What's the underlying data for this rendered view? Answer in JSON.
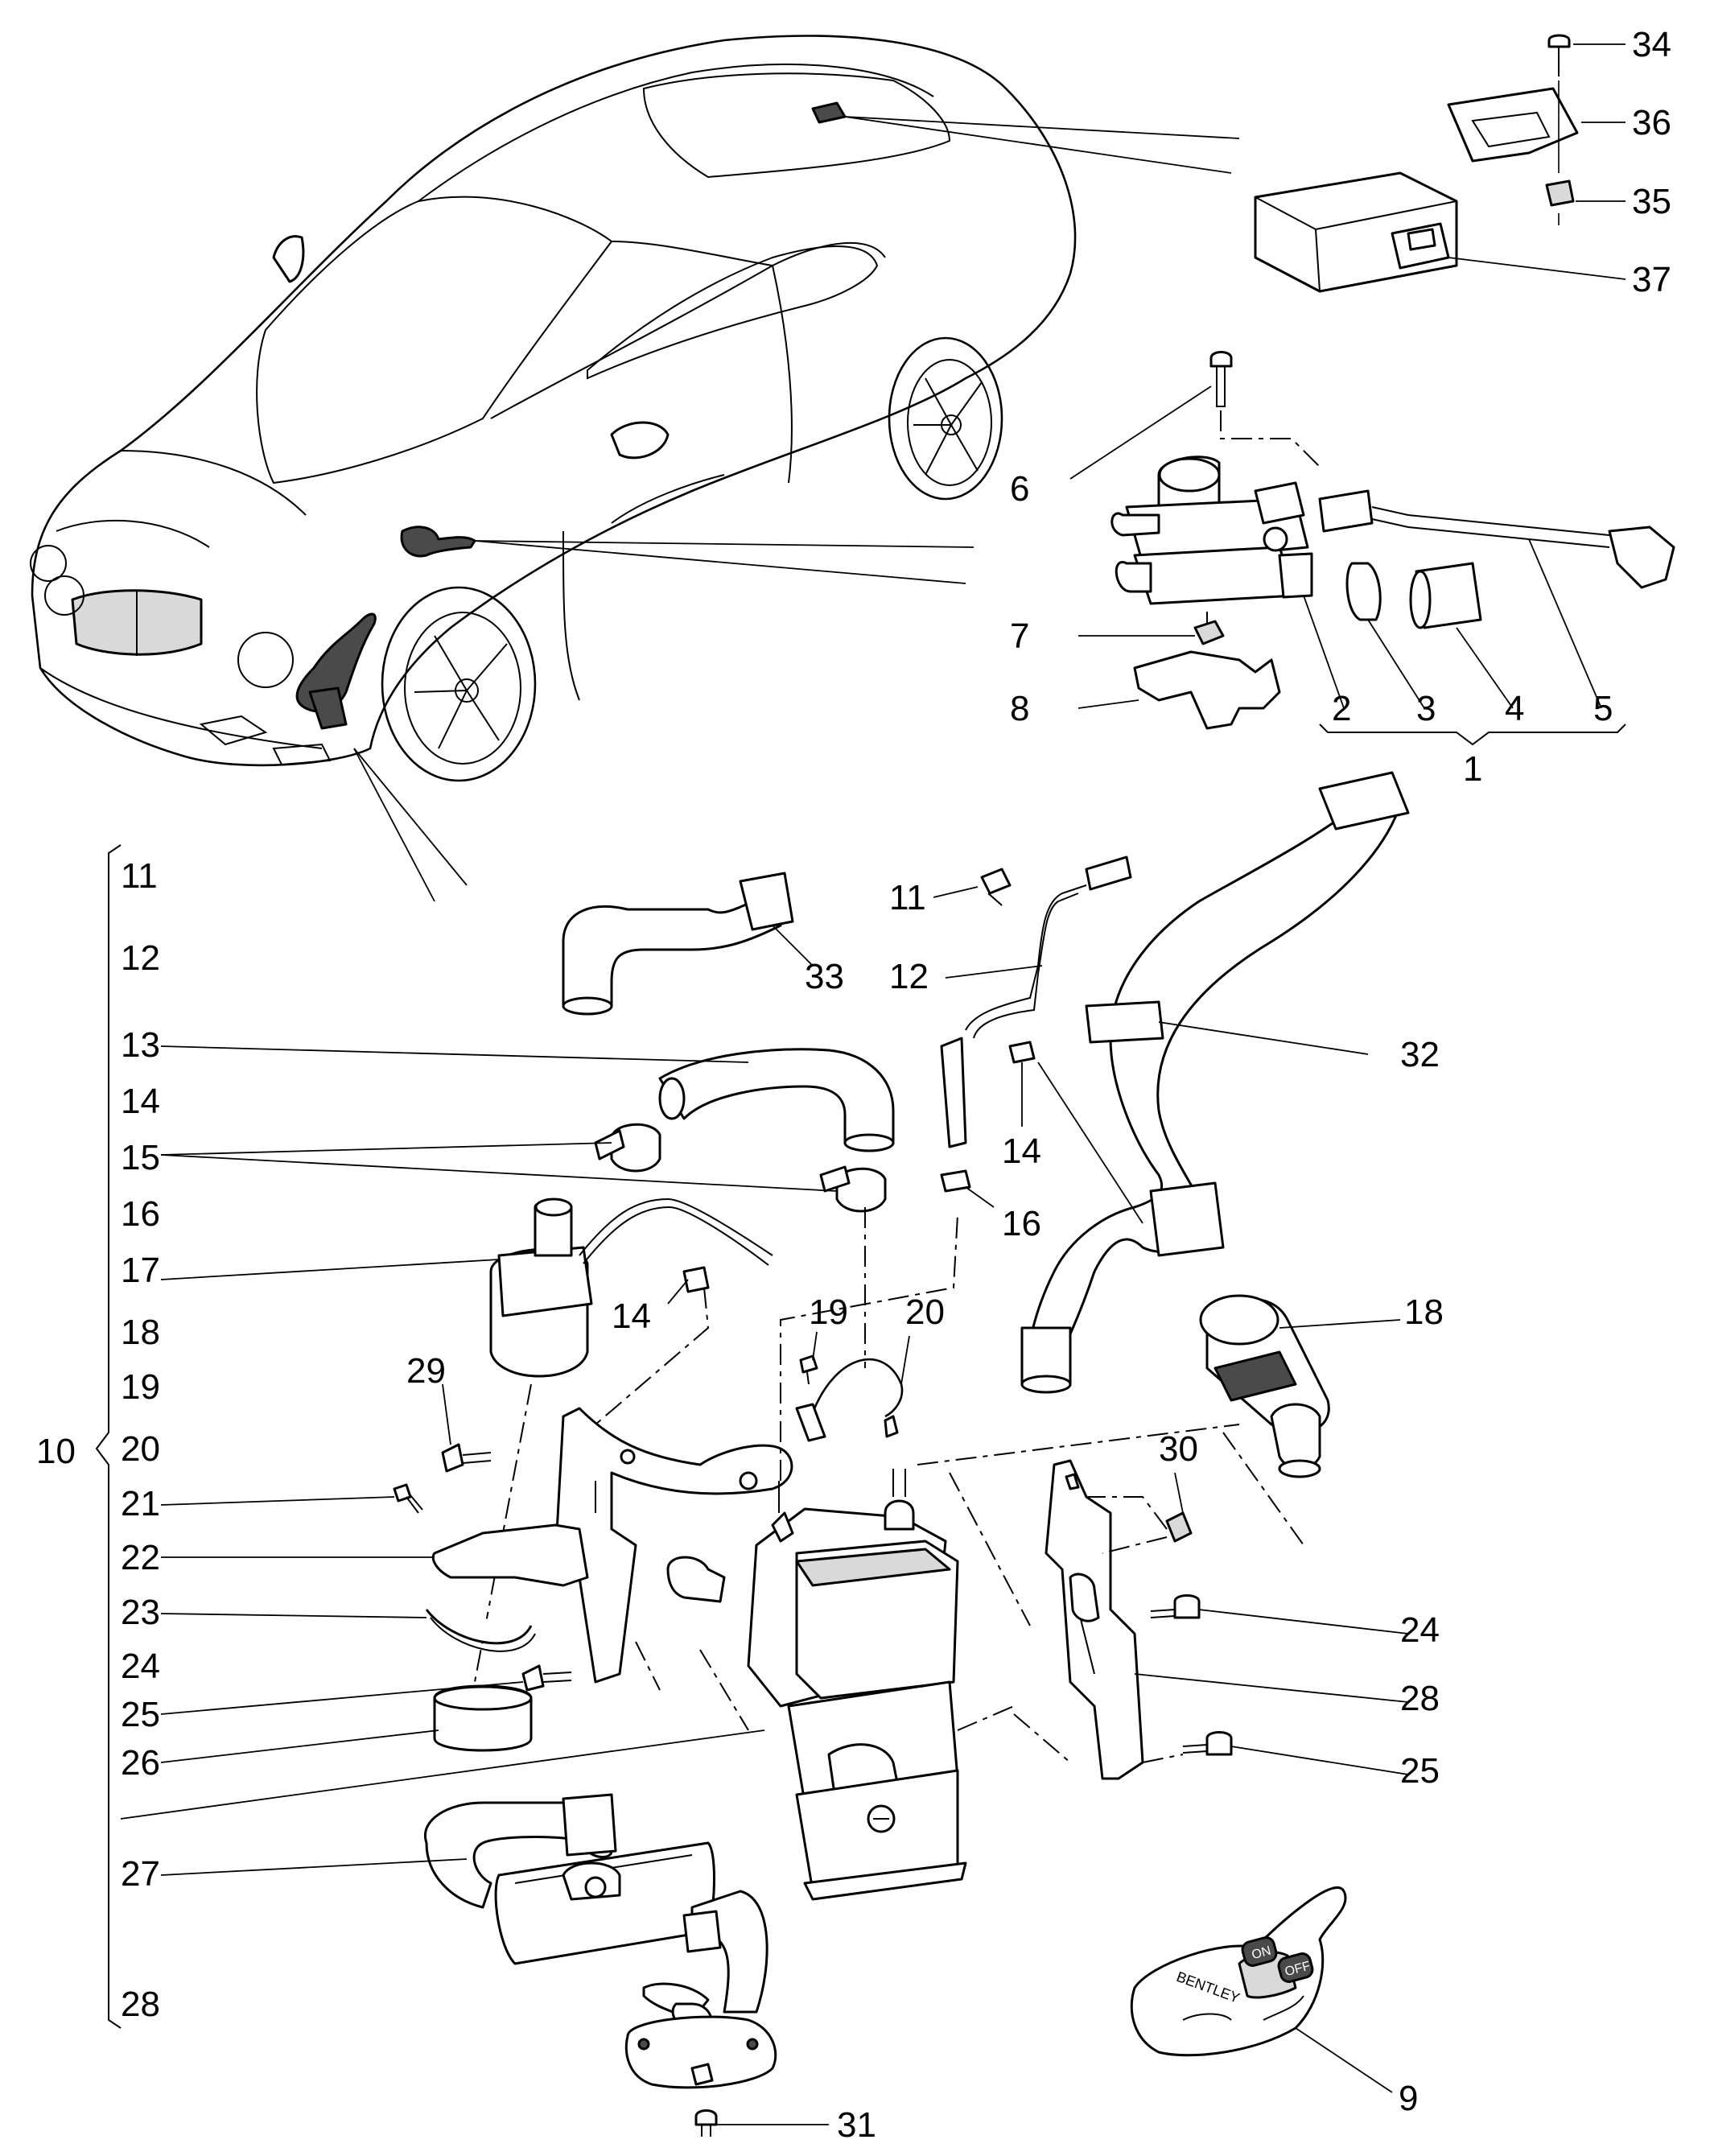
{
  "callouts": {
    "c34": "34",
    "c36": "36",
    "c35": "35",
    "c37": "37",
    "c6": "6",
    "c7": "7",
    "c8": "8",
    "c2": "2",
    "c3": "3",
    "c4": "4",
    "c5": "5",
    "c1": "1",
    "c11r": "11",
    "c12r": "12",
    "c33": "33",
    "c32": "32",
    "c14a": "14",
    "c14b": "14",
    "c16r": "16",
    "c19": "19",
    "c20": "20",
    "c18": "18",
    "c29": "29",
    "c30": "30",
    "c24": "24",
    "c28r": "28",
    "c25r": "25",
    "c31": "31",
    "c9": "9",
    "c10": "10"
  },
  "left_column": [
    "11",
    "12",
    "13",
    "14",
    "15",
    "16",
    "17",
    "18",
    "19",
    "20",
    "21",
    "22",
    "23",
    "24",
    "25",
    "26",
    "27",
    "28"
  ],
  "remote": {
    "brand": "BENTLEY",
    "on": "ON",
    "off": "OFF"
  }
}
